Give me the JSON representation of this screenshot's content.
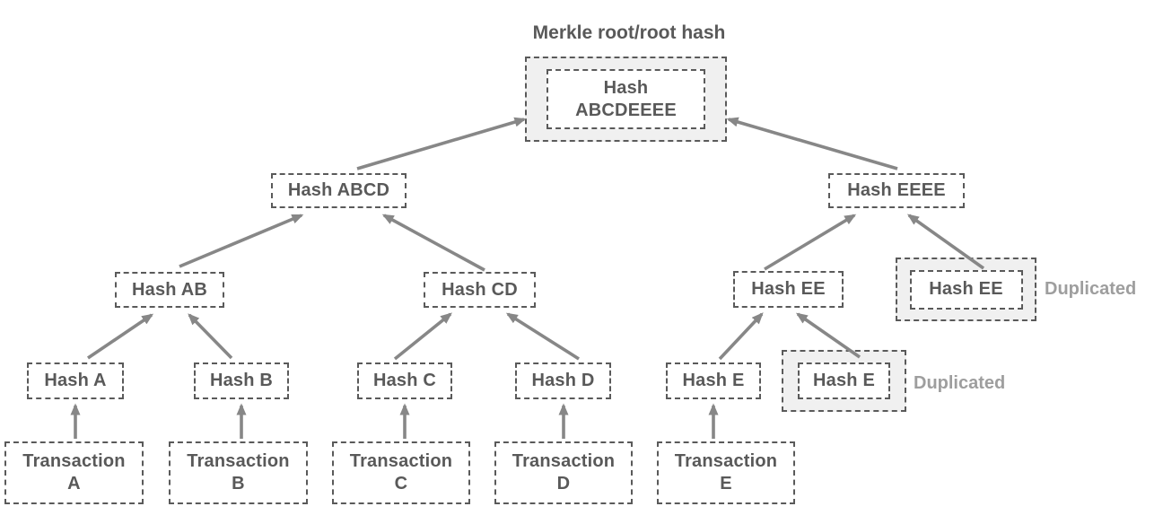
{
  "title": "Merkle root/root hash",
  "colors": {
    "background": "#ffffff",
    "box_border": "#5a5a5a",
    "box_text": "#595959",
    "arrow": "#878787",
    "shade_bg": "#f0f0f0",
    "annotation_text": "#9e9e9e",
    "title_text": "#595959"
  },
  "nodes": [
    {
      "id": "root",
      "label": "Hash\nABCDEEEE",
      "type": "hash",
      "highlighted": true
    },
    {
      "id": "hash-abcd",
      "label": "Hash ABCD",
      "type": "hash",
      "highlighted": false
    },
    {
      "id": "hash-eeee",
      "label": "Hash EEEE",
      "type": "hash",
      "highlighted": false
    },
    {
      "id": "hash-ab",
      "label": "Hash AB",
      "type": "hash",
      "highlighted": false
    },
    {
      "id": "hash-cd",
      "label": "Hash CD",
      "type": "hash",
      "highlighted": false
    },
    {
      "id": "hash-ee",
      "label": "Hash EE",
      "type": "hash",
      "highlighted": false
    },
    {
      "id": "hash-ee-dup",
      "label": "Hash EE",
      "type": "hash",
      "highlighted": true
    },
    {
      "id": "hash-a",
      "label": "Hash A",
      "type": "hash",
      "highlighted": false
    },
    {
      "id": "hash-b",
      "label": "Hash B",
      "type": "hash",
      "highlighted": false
    },
    {
      "id": "hash-c",
      "label": "Hash C",
      "type": "hash",
      "highlighted": false
    },
    {
      "id": "hash-d",
      "label": "Hash D",
      "type": "hash",
      "highlighted": false
    },
    {
      "id": "hash-e",
      "label": "Hash E",
      "type": "hash",
      "highlighted": false
    },
    {
      "id": "hash-e-dup",
      "label": "Hash E",
      "type": "hash",
      "highlighted": true
    },
    {
      "id": "tx-a",
      "label": "Transaction\nA",
      "type": "transaction",
      "highlighted": false
    },
    {
      "id": "tx-b",
      "label": "Transaction\nB",
      "type": "transaction",
      "highlighted": false
    },
    {
      "id": "tx-c",
      "label": "Transaction\nC",
      "type": "transaction",
      "highlighted": false
    },
    {
      "id": "tx-d",
      "label": "Transaction\nD",
      "type": "transaction",
      "highlighted": false
    },
    {
      "id": "tx-e",
      "label": "Transaction\nE",
      "type": "transaction",
      "highlighted": false
    }
  ],
  "edges": [
    {
      "from": "tx-a",
      "to": "hash-a"
    },
    {
      "from": "tx-b",
      "to": "hash-b"
    },
    {
      "from": "tx-c",
      "to": "hash-c"
    },
    {
      "from": "tx-d",
      "to": "hash-d"
    },
    {
      "from": "tx-e",
      "to": "hash-e"
    },
    {
      "from": "hash-a",
      "to": "hash-ab"
    },
    {
      "from": "hash-b",
      "to": "hash-ab"
    },
    {
      "from": "hash-c",
      "to": "hash-cd"
    },
    {
      "from": "hash-d",
      "to": "hash-cd"
    },
    {
      "from": "hash-e",
      "to": "hash-ee"
    },
    {
      "from": "hash-e-dup",
      "to": "hash-ee"
    },
    {
      "from": "hash-ab",
      "to": "hash-abcd"
    },
    {
      "from": "hash-cd",
      "to": "hash-abcd"
    },
    {
      "from": "hash-ee",
      "to": "hash-eeee"
    },
    {
      "from": "hash-ee-dup",
      "to": "hash-eeee"
    },
    {
      "from": "hash-abcd",
      "to": "root"
    },
    {
      "from": "hash-eeee",
      "to": "root"
    }
  ],
  "annotations": [
    {
      "node": "hash-ee-dup",
      "text": "Duplicated"
    },
    {
      "node": "hash-e-dup",
      "text": "Duplicated"
    }
  ]
}
